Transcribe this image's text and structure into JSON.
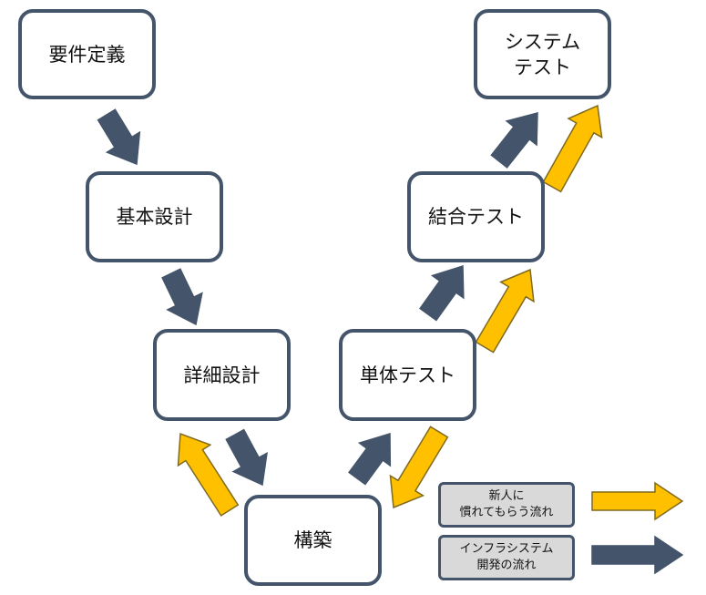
{
  "colors": {
    "infra_flow": "#44546a",
    "newcomer_flow": "#ffc000",
    "box_border": "#44546a",
    "box_fill": "#ffffff",
    "legend_fill": "#d9d9d9"
  },
  "steps": {
    "requirements": "要件定義",
    "basic_design": "基本設計",
    "detailed_design": "詳細設計",
    "build": "構築",
    "unit_test": "単体テスト",
    "integration_test": "結合テスト",
    "system_test": "システム\nテスト"
  },
  "legend": {
    "newcomer_label": "新人に\n慣れてもらう流れ",
    "infra_label": "インフラシステム\n開発の流れ"
  }
}
